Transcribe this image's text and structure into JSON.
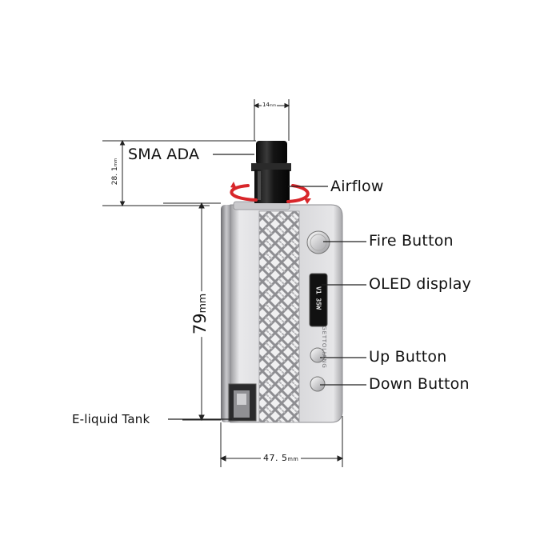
{
  "callouts": {
    "sma_ada": "SMA ADA",
    "airflow": "Airflow",
    "fire_button": "Fire Button",
    "oled_display": "OLED display",
    "up_button": "Up Button",
    "down_button": "Down Button",
    "eliquid_tank": "E-liquid Tank"
  },
  "dimensions": {
    "top_width": "14",
    "top_width_unit": "mm",
    "atomizer_height": "28. 1",
    "atomizer_height_unit": "mm",
    "body_height": "79",
    "body_height_unit": "mm",
    "body_width": "47. 5",
    "body_width_unit": "mm"
  },
  "device": {
    "brand_text": "GETTOLIANG",
    "screen_text": "V1 35W"
  },
  "colors": {
    "body_silver": "#d8d8da",
    "carbon_light": "#f2f2f2",
    "carbon_dark": "#8e8e92",
    "tank_black": "#1a1a1a",
    "airflow_arrow": "#d8262a",
    "line": "#222222"
  }
}
